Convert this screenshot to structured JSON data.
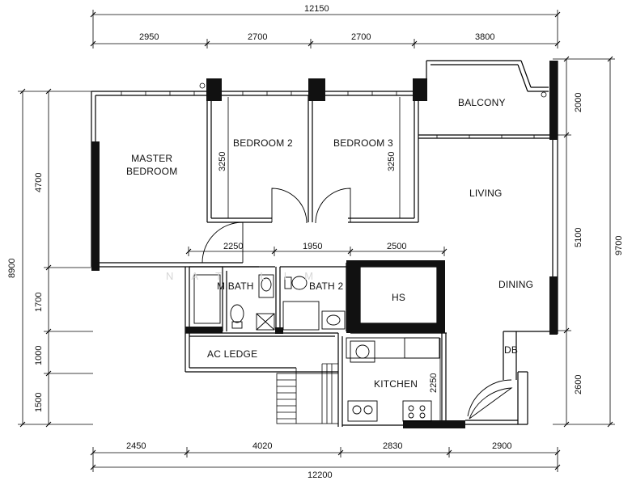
{
  "rooms": {
    "master_line1": "MASTER",
    "master_line2": "BEDROOM",
    "bedroom2": "BEDROOM 2",
    "bedroom3": "BEDROOM 3",
    "balcony": "BALCONY",
    "living": "LIVING",
    "dining": "DINING",
    "mbath": "M.BATH",
    "bath2": "BATH 2",
    "hs": "HS",
    "ac_ledge": "AC  LEDGE",
    "kitchen": "KITCHEN",
    "db": "DB"
  },
  "dimensions": {
    "top_total": "12150",
    "top_segments": [
      "2950",
      "2700",
      "2700",
      "3800"
    ],
    "bottom_total": "12200",
    "bottom_segments": [
      "2450",
      "4020",
      "2830",
      "2900"
    ],
    "left_total": "8900",
    "left_segments": [
      "4700",
      "1700",
      "1000",
      "1500"
    ],
    "right_total": "9700",
    "right_segments": [
      "2000",
      "5100",
      "2600"
    ],
    "inner_row": [
      "2250",
      "1950",
      "2500"
    ],
    "inner_bedroom2_height": "3250",
    "inner_bedroom3_height": "3250",
    "inner_kitchen_height": "2250"
  },
  "watermark": "NAT  LIM"
}
